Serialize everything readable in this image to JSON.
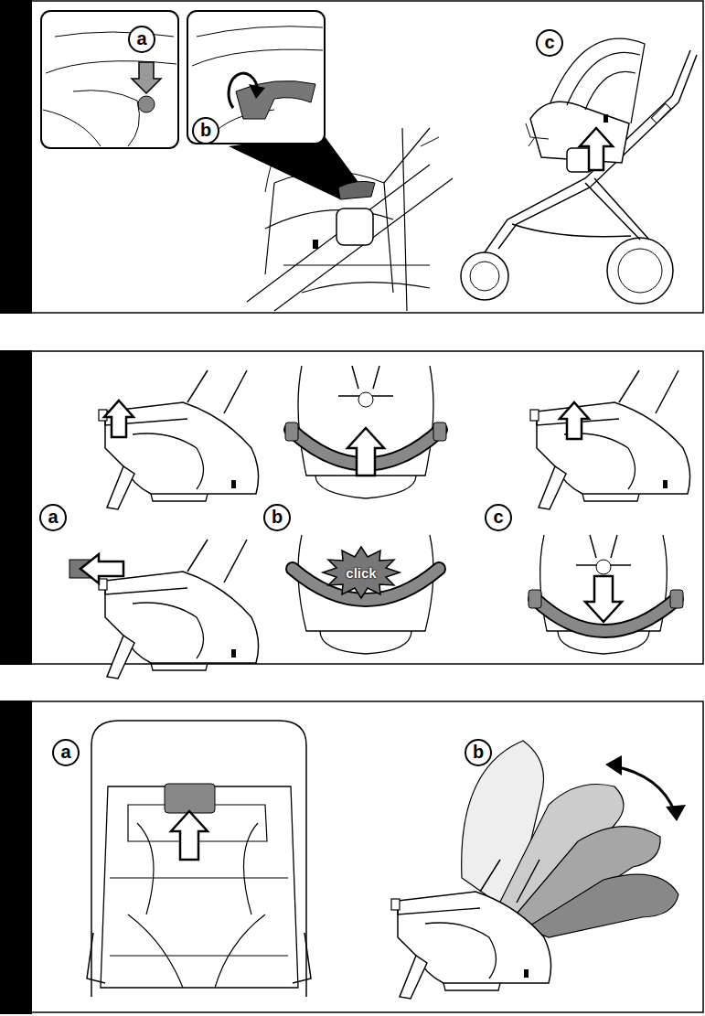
{
  "diagram": {
    "labels": [
      "a",
      "b",
      "c",
      "a",
      "b",
      "c",
      "click",
      "a",
      "b"
    ]
  }
}
